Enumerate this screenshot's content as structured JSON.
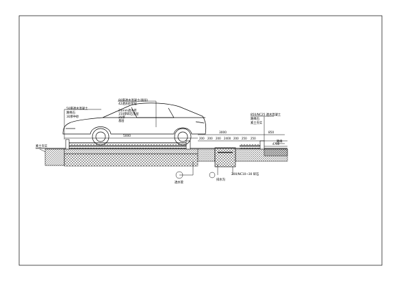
{
  "labels": {
    "top_center": [
      "80厚透水混凝土(面层)",
      "42透水砂浆层",
      "",
      "24mm透水砖",
      "150厚碎石垫层",
      "25厚",
      "基层"
    ],
    "top_left": [
      "50厚透水混凝土",
      "路缘石",
      "30厚中砂"
    ],
    "top_right": [
      "850/NC25 透水混凝土",
      "路缘石",
      "素土夯实"
    ],
    "left_side": "素土夯实",
    "right_side": "路缘",
    "bottom_left": "透水管",
    "bottom_center": "排水沟",
    "bottom_right": "200/NC10~30 碎石"
  },
  "dimensions": {
    "car_span": "5000",
    "upper_span": "3000",
    "upper_right": "850",
    "chain": [
      "200",
      "200",
      "200",
      "2400",
      "200",
      "250",
      "250"
    ],
    "lower_right": "4700"
  },
  "colors": {
    "ink": "#000000",
    "background": "#ffffff"
  }
}
